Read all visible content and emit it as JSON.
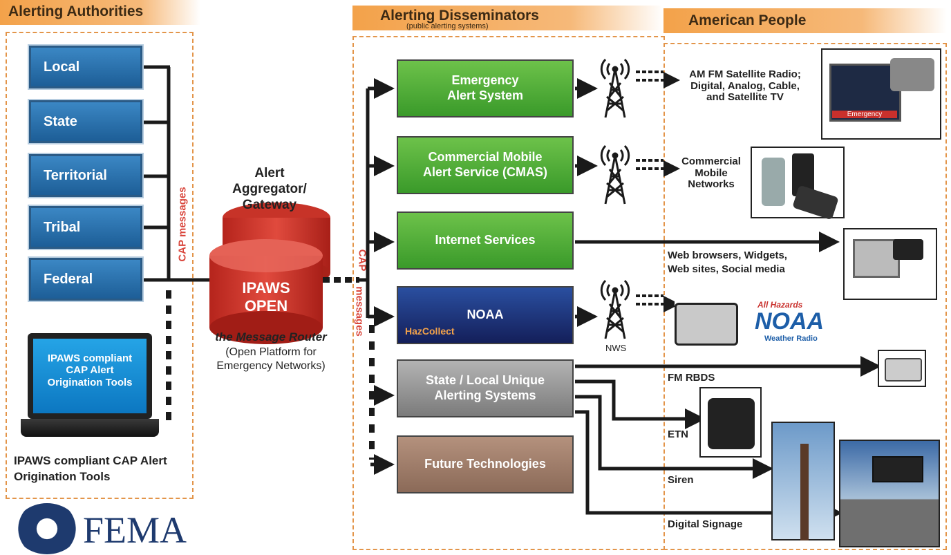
{
  "headers": {
    "authorities": "Alerting Authorities",
    "disseminators": "Alerting Disseminators",
    "disseminators_sub": "(public alerting systems)",
    "people": "American People"
  },
  "authorities": [
    "Local",
    "State",
    "Territorial",
    "Tribal",
    "Federal"
  ],
  "cap_messages_left": "CAP messages",
  "cap_messages_right_1": "CAP",
  "cap_messages_right_2": "messages",
  "laptop_screen_text": "IPAWS compliant CAP Alert Origination Tools",
  "laptop_caption": "IPAWS compliant CAP Alert Origination Tools",
  "aggregator": {
    "title": "Alert Aggregator/ Gateway",
    "cylinder_label_1": "IPAWS",
    "cylinder_label_2": "OPEN",
    "router": "the Message Router",
    "router_sub": "(Open Platform for Emergency Networks)"
  },
  "disseminators": [
    {
      "label": "Emergency\nAlert System",
      "color_top": "#6dc24a",
      "color_bottom": "#3a9a2a"
    },
    {
      "label": "Commercial Mobile\nAlert Service (CMAS)",
      "color_top": "#6dc24a",
      "color_bottom": "#3a9a2a"
    },
    {
      "label": "Internet Services",
      "color_top": "#6dc24a",
      "color_bottom": "#3a9a2a"
    },
    {
      "label": "NOAA",
      "sub": "HazCollect",
      "color_top": "#2a4fa0",
      "color_bottom": "#141f5a"
    },
    {
      "label": "State / Local Unique\nAlerting Systems",
      "color_top": "#b3b3b3",
      "color_bottom": "#7b7b7b"
    },
    {
      "label": "Future Technologies",
      "color_top": "#b4917d",
      "color_bottom": "#8b6a58"
    }
  ],
  "nws_label": "NWS",
  "people": {
    "radio_tv": "AM FM Satellite Radio;\nDigital, Analog, Cable,\nand Satellite TV",
    "mobile": "Commercial\nMobile\nNetworks",
    "web": "Web browsers, Widgets,\nWeb sites, Social media",
    "fm_rbds": "FM RBDS",
    "etn": "ETN",
    "siren": "Siren",
    "signage": "Digital Signage",
    "tv_banner": "Emergency"
  },
  "noaa_logo": {
    "top": "All Hazards",
    "main": "NOAA",
    "sub": "Weather Radio"
  },
  "fema": "FEMA",
  "colors": {
    "accent_orange": "#f3a24a",
    "dash": "#e3954a",
    "cap_red": "#d9453b",
    "arrow": "#1a1a1a"
  }
}
